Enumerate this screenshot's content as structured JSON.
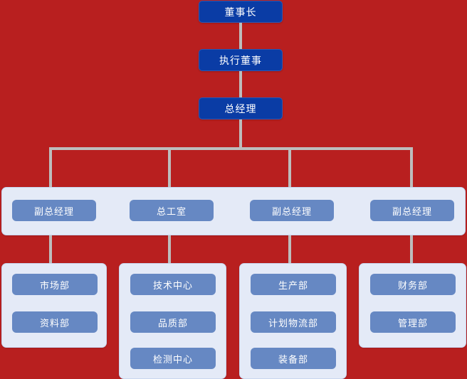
{
  "chart": {
    "type": "org-chart",
    "title": "",
    "background_color": "#b81f1f",
    "executive_color": "#0a3ca5",
    "panel_color": "#e4eaf7",
    "department_color": "#6688c3",
    "connector_color": "#bdbdbd",
    "levels": [
      {
        "level": 1,
        "name": "chairman",
        "nodes": [
          {
            "label": "董事长"
          }
        ]
      },
      {
        "level": 2,
        "name": "executive-director",
        "nodes": [
          {
            "label": "执行董事"
          }
        ]
      },
      {
        "level": 3,
        "name": "general-manager",
        "nodes": [
          {
            "label": "总经理"
          }
        ]
      },
      {
        "level": 4,
        "name": "vice-general-managers",
        "nodes": [
          {
            "label": "副总经理"
          },
          {
            "label": "总工室"
          },
          {
            "label": "副总经理"
          },
          {
            "label": "副总经理"
          }
        ]
      },
      {
        "level": 5,
        "name": "departments",
        "groups": [
          {
            "parent": "副总经理",
            "nodes": [
              {
                "label": "市场部"
              },
              {
                "label": "资料部"
              }
            ]
          },
          {
            "parent": "总工室",
            "nodes": [
              {
                "label": "技术中心"
              },
              {
                "label": "品质部"
              },
              {
                "label": "检测中心"
              }
            ]
          },
          {
            "parent": "副总经理",
            "nodes": [
              {
                "label": "生产部"
              },
              {
                "label": "计划物流部"
              },
              {
                "label": "装备部"
              }
            ]
          },
          {
            "parent": "副总经理",
            "nodes": [
              {
                "label": "财务部"
              },
              {
                "label": "管理部"
              }
            ]
          }
        ]
      }
    ]
  }
}
